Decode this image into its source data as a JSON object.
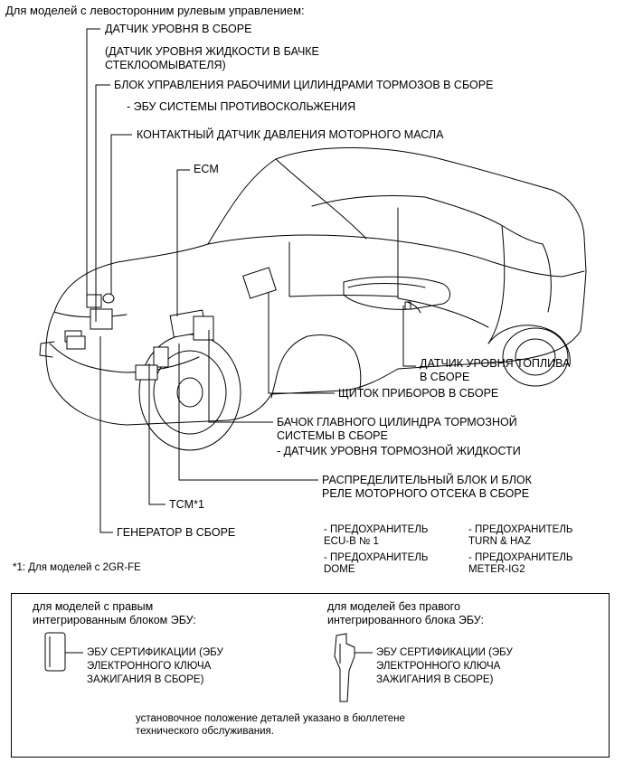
{
  "header": "Для моделей с левосторонним рулевым управлением:",
  "labels": {
    "level_sensor": "ДАТЧИК УРОВНЯ В СБОРЕ",
    "level_sensor_note_1": "(ДАТЧИК УРОВНЯ ЖИДКОСТИ В БАЧКЕ",
    "level_sensor_note_2": "СТЕКЛООМЫВАТЕЛЯ)",
    "brake_actuator": "БЛОК УПРАВЛЕНИЯ РАБОЧИМИ ЦИЛИНДРАМИ ТОРМОЗОВ В СБОРЕ",
    "brake_actuator_sub": "- ЭБУ СИСТЕМЫ ПРОТИВОСКОЛЬЖЕНИЯ",
    "oil_pressure": "КОНТАКТНЫЙ ДАТЧИК ДАВЛЕНИЯ МОТОРНОГО МАСЛА",
    "ecm": "ECM",
    "fuel_sensor_1": "ДАТЧИК УРОВНЯ ТОПЛИВА",
    "fuel_sensor_2": "В СБОРЕ",
    "combination_meter": "ЩИТОК ПРИБОРОВ В СБОРЕ",
    "master_cyl_1": "БАЧОК ГЛАВНОГО ЦИЛИНДРА ТОРМОЗНОЙ",
    "master_cyl_2": "СИСТЕМЫ В СБОРЕ",
    "master_cyl_sub": "- ДАТЧИК УРОВНЯ ТОРМОЗНОЙ ЖИДКОСТИ",
    "relay_block_1": "РАСПРЕДЕЛИТЕЛЬНЫЙ БЛОК И БЛОК",
    "relay_block_2": "РЕЛЕ МОТОРНОГО ОТСЕКА В СБОРЕ",
    "tcm": "TCM*1",
    "generator": "ГЕНЕРАТОР В СБОРЕ",
    "fuse1_a": "- ПРЕДОХРАНИТЕЛЬ",
    "fuse1_b": "ECU-B № 1",
    "fuse2_a": "- ПРЕДОХРАНИТЕЛЬ",
    "fuse2_b": "TURN & HAZ",
    "fuse3_a": "- ПРЕДОХРАНИТЕЛЬ",
    "fuse3_b": "DOME",
    "fuse4_a": "- ПРЕДОХРАНИТЕЛЬ",
    "fuse4_b": "METER-IG2"
  },
  "footnote": "*1: Для моделей с 2GR-FE",
  "box": {
    "left_title_1": "для моделей с правым",
    "left_title_2": "интегрированным блоком ЭБУ:",
    "right_title_1": "для моделей без правого",
    "right_title_2": "интегрированного блока ЭБУ:",
    "cert_1": "ЭБУ СЕРТИФИКАЦИИ (ЭБУ",
    "cert_2": "ЭЛЕКТРОННОГО КЛЮЧА",
    "cert_3": "ЗАЖИГАНИЯ В СБОРЕ)",
    "note_1": "установочное положение деталей указано в бюллетене",
    "note_2": "технического обслуживания."
  }
}
